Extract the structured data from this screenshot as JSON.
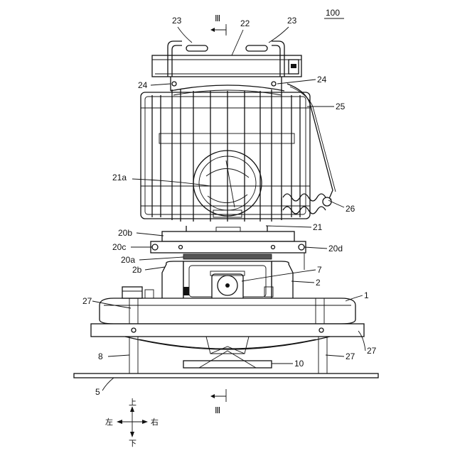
{
  "figure_id": "100",
  "section_marker": "Ⅲ",
  "labels": {
    "l23a": "23",
    "l23b": "23",
    "l22": "22",
    "l24a": "24",
    "l24b": "24",
    "l25": "25",
    "l21a": "21a",
    "l26": "26",
    "l20b": "20b",
    "l21": "21",
    "l20c": "20c",
    "l20d": "20d",
    "l20a": "20a",
    "l7": "7",
    "l2b": "2b",
    "l2": "2",
    "l27a": "27",
    "l1": "1",
    "l27b": "27",
    "l8": "8",
    "l27c": "27",
    "l10": "10",
    "l5": "5"
  },
  "compass": {
    "up": "上",
    "down": "下",
    "left": "左",
    "right": "右"
  }
}
